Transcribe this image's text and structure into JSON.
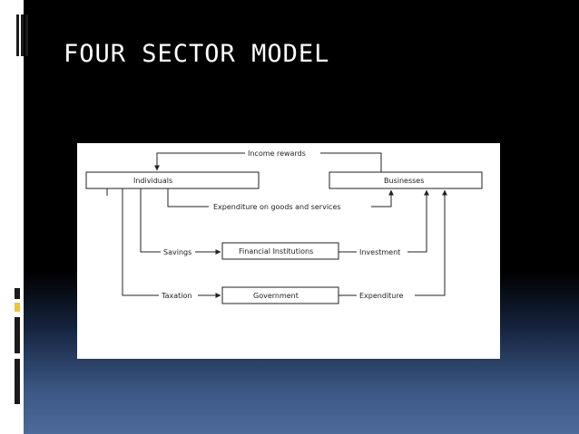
{
  "slide": {
    "title": "FOUR SECTOR MODEL",
    "accent_color": "#f2c230",
    "background_color": "#000000"
  },
  "diagram": {
    "boxes": {
      "individuals": "Individuals",
      "businesses": "Businesses",
      "financial_institutions": "Financial Institutions",
      "government": "Government"
    },
    "flows": {
      "income_rewards": "Income rewards",
      "expenditure_goods": "Expenditure on goods and services",
      "savings": "Savings",
      "investment": "Investment",
      "taxation": "Taxation",
      "expenditure": "Expenditure"
    }
  }
}
